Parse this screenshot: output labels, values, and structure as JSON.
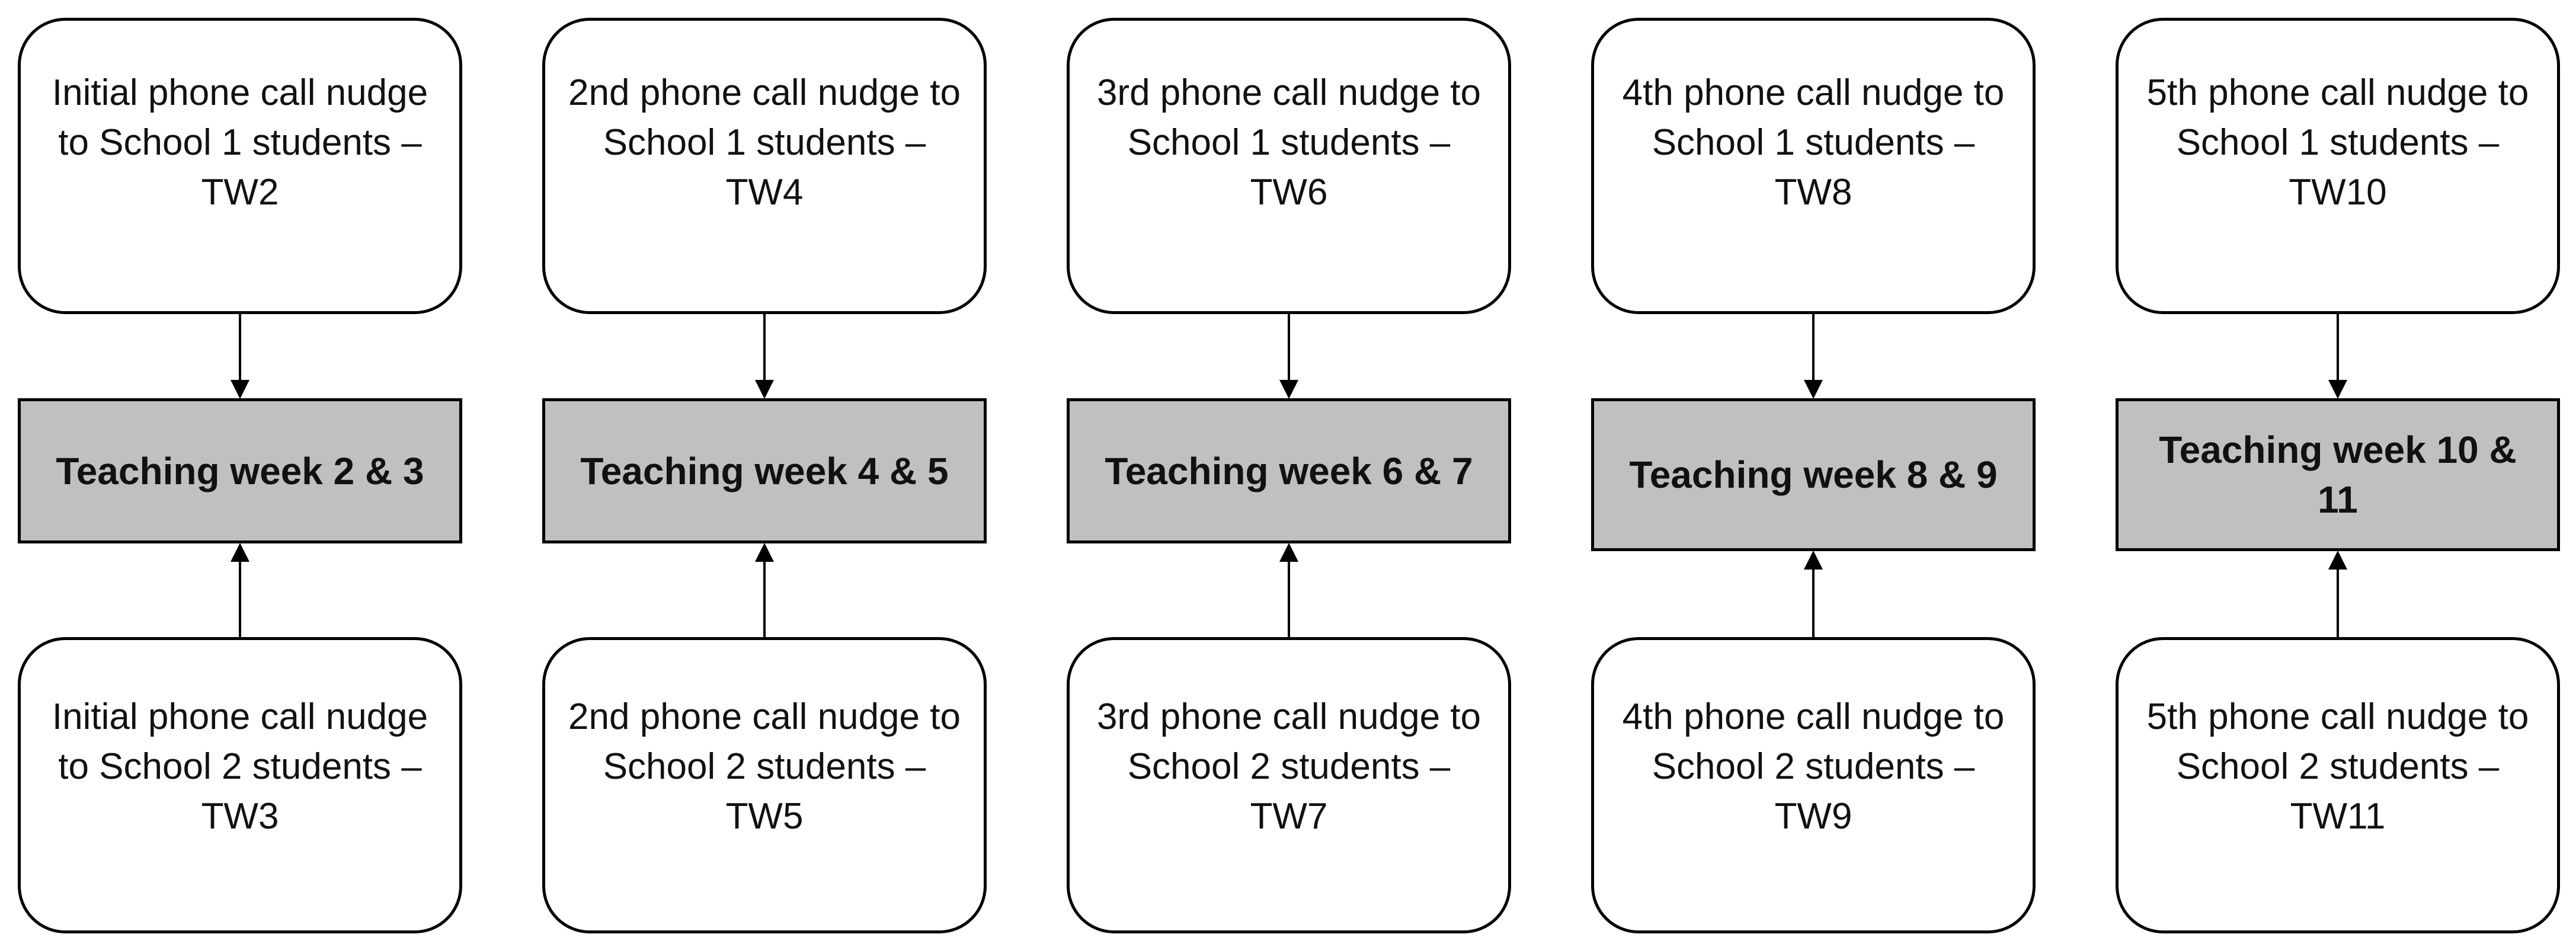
{
  "colors": {
    "node_fill": "#ffffff",
    "week_fill": "#c0c0c0",
    "stroke": "#000000",
    "text": "#111111"
  },
  "columns": [
    {
      "top": "Initial phone call nudge to School 1 students – TW2",
      "week": "Teaching week 2 & 3",
      "bottom": "Initial phone call nudge to School 2 students – TW3"
    },
    {
      "top": "2nd phone call nudge to School 1 students – TW4",
      "week": "Teaching week 4 & 5",
      "bottom": "2nd phone call nudge to School 2 students – TW5"
    },
    {
      "top": "3rd phone call nudge to School 1 students – TW6",
      "week": "Teaching week 6 & 7",
      "bottom": "3rd phone call nudge to School 2 students – TW7"
    },
    {
      "top": "4th phone call nudge to School 1 students – TW8",
      "week": "Teaching week 8 & 9",
      "bottom": "4th phone call nudge to School 2 students – TW9"
    },
    {
      "top": "5th phone call nudge to School 1 students – TW10",
      "week": "Teaching week 10 & 11",
      "bottom": "5th phone call nudge to School 2 students – TW11"
    }
  ]
}
